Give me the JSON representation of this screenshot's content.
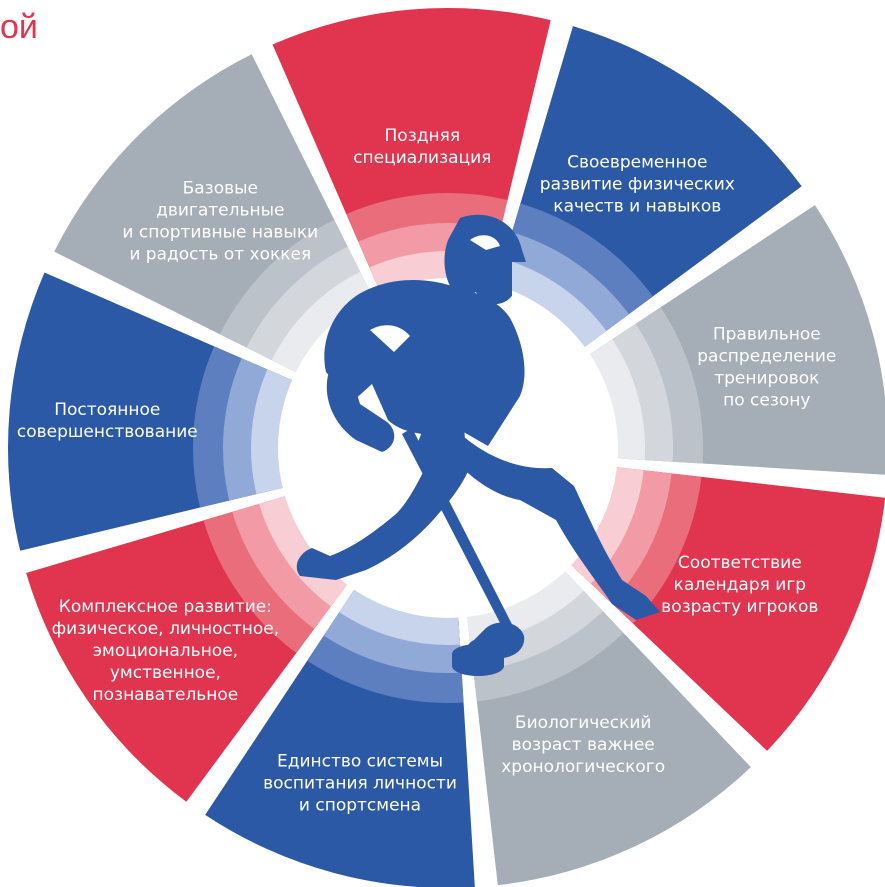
{
  "heading_fragment": "ой",
  "colors": {
    "red": "#e0344f",
    "blue": "#2c59a6",
    "grey": "#a5adb6",
    "background": "#ffffff"
  },
  "central_figure": {
    "icon": "hockey-player-icon",
    "color": "#2c59a6"
  },
  "segments": [
    {
      "lines": [
        "Поздняя",
        "специализация"
      ],
      "color": "red"
    },
    {
      "lines": [
        "Своевременное",
        "развитие физических",
        "качеств и навыков"
      ],
      "color": "blue"
    },
    {
      "lines": [
        "Правильное",
        "распределение",
        "тренировок",
        "по сезону"
      ],
      "color": "grey"
    },
    {
      "lines": [
        "Соответствие",
        "календаря игр",
        "возрасту игроков"
      ],
      "color": "red"
    },
    {
      "lines": [
        "Биологический",
        "возраст важнее",
        "хронологического"
      ],
      "color": "grey"
    },
    {
      "lines": [
        "Единство системы",
        "воспитания личности",
        "и спортсмена"
      ],
      "color": "blue"
    },
    {
      "lines": [
        "Комплексное развитие:",
        "физическое, личностное,",
        "эмоциональное,",
        "умственное,",
        "познавательное"
      ],
      "color": "red"
    },
    {
      "lines": [
        "Постоянное",
        "совершенствование"
      ],
      "color": "blue"
    },
    {
      "lines": [
        "Базовые",
        "двигательные",
        "и спортивные навыки",
        "и радость от хоккея"
      ],
      "color": "grey"
    }
  ]
}
